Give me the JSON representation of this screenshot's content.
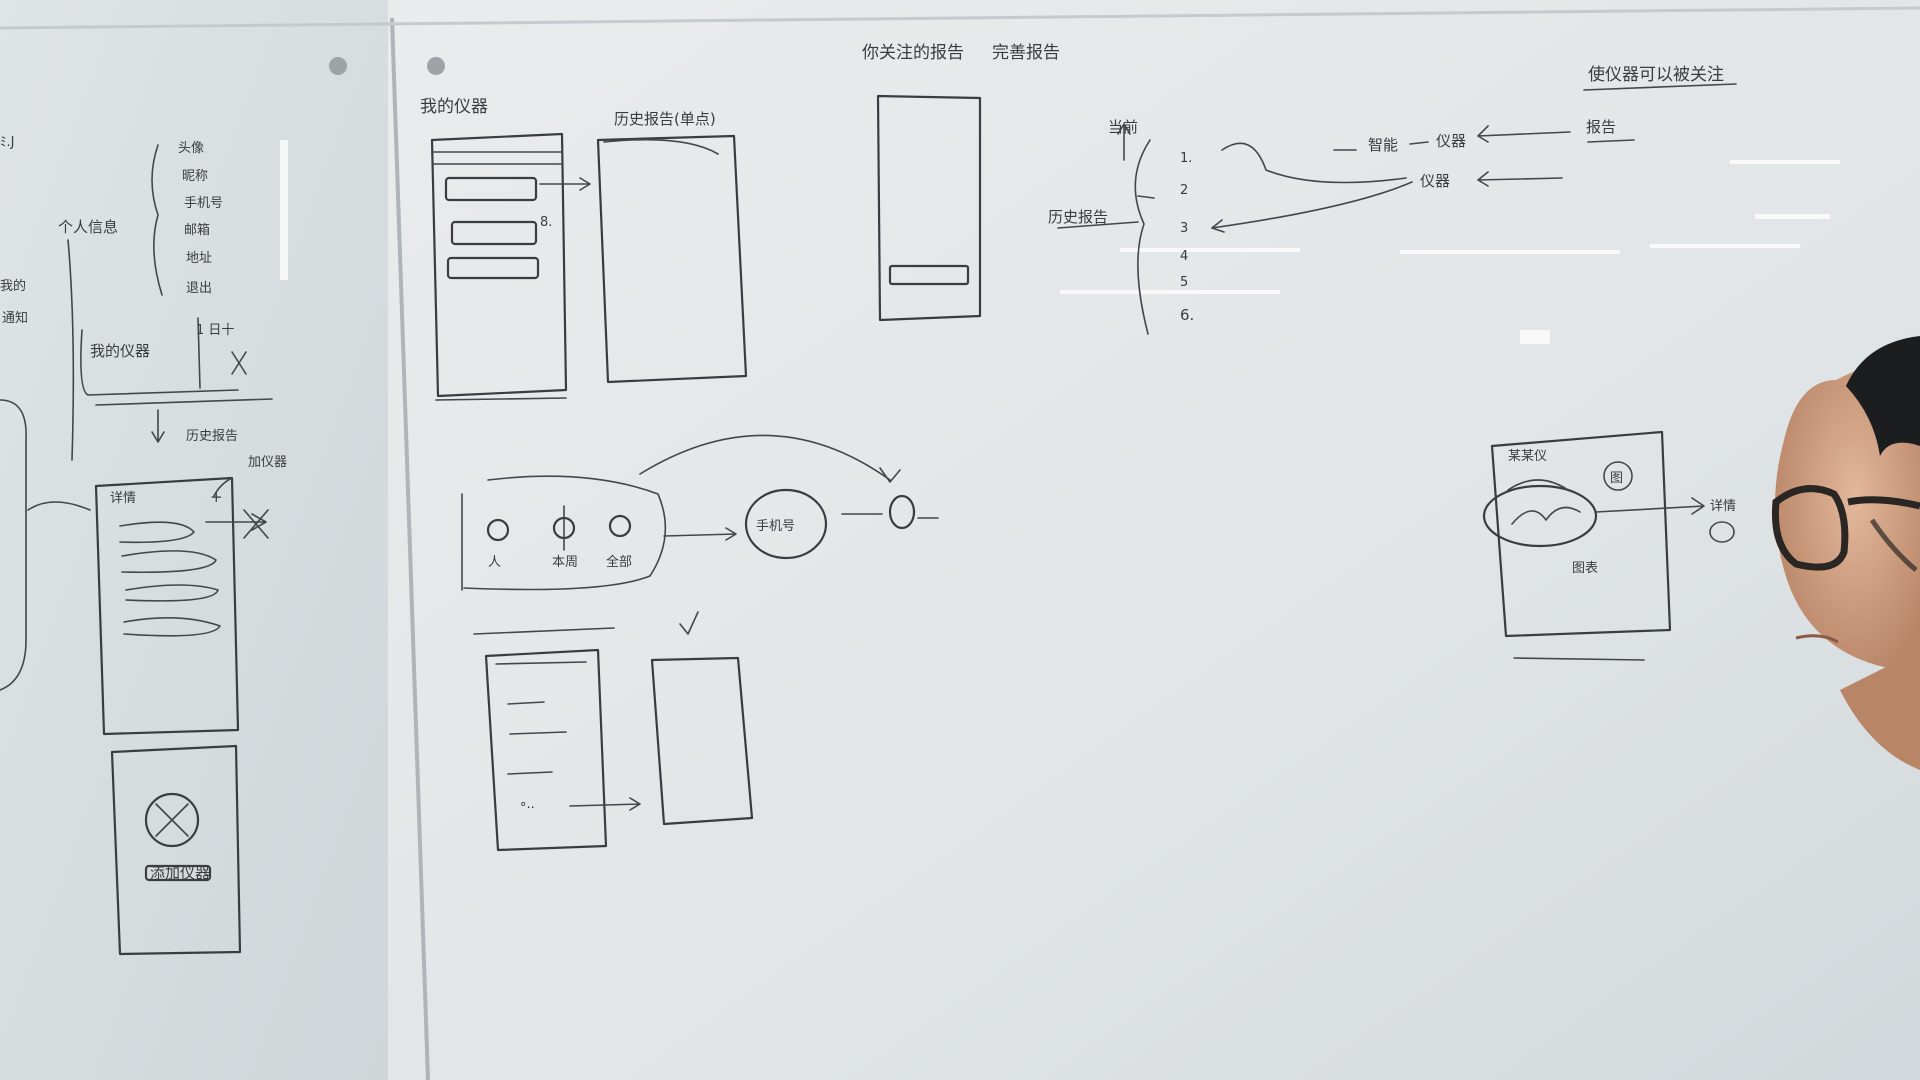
{
  "board": {
    "title_left": "你关注的",
    "title_mid": "报告",
    "title_right": "完善报告",
    "corner_top_right": "使仪器可以被关注",
    "my_instruments_heading": "我的仪器",
    "history_heading": "历史报告(单点)",
    "left_panel": {
      "personal_info": "个人信息",
      "menu": [
        "头像",
        "昵称",
        "手机号",
        "邮箱",
        "地址",
        "退出"
      ],
      "my_instruments": "我的仪器",
      "history_reports": "历史报告",
      "add_instrument": "加仪器",
      "detail": "详情",
      "add_button": "添加仪器",
      "edge_notes": [
        "我的",
        "通知"
      ]
    },
    "flow": {
      "nodes": [
        "人",
        "本周",
        "全部"
      ],
      "phone_bubble": "手机号"
    },
    "right_diagram": {
      "left_label": "历史报告",
      "top_label": "当前",
      "list_numbers": [
        "1.",
        "2",
        "3",
        "4",
        "5",
        "6."
      ],
      "smart_label": "智能",
      "instrument_a": "仪器",
      "instrument_b": "仪器",
      "report": "报告"
    },
    "small_card": {
      "header": "某某仪",
      "circle": "图",
      "footer": "图表",
      "side": "详情"
    }
  },
  "colors": {
    "board": "#e4e8ea",
    "frame": "#b9bec2",
    "ink": "#3a3d40",
    "skin": "#d7a98a",
    "hair": "#1c1d1f"
  }
}
